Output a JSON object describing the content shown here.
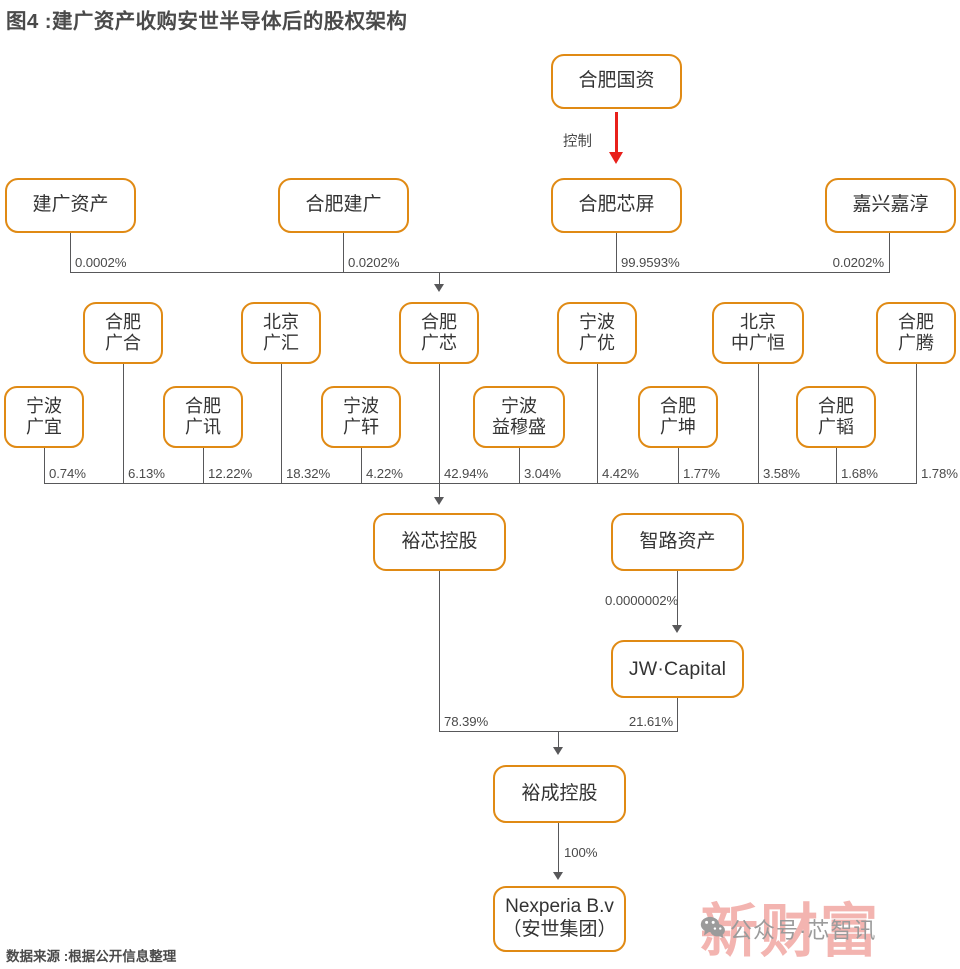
{
  "title": "图4 :建广资产收购安世半导体后的股权架构",
  "footer": "数据来源 :根据公开信息整理",
  "colors": {
    "box_border": "#E08A14",
    "line": "#58585a",
    "control_arrow": "#E8201B",
    "text": "#333333",
    "watermark_red": "#f3b4b0",
    "watermark_gray": "#9b9b9b"
  },
  "chart_data": {
    "type": "diagram",
    "title": "图4 :建广资产收购安世半导体后的股权架构",
    "nodes": [
      {
        "id": "hefei_guozi",
        "label": "合肥国资",
        "tier": 0
      },
      {
        "id": "jianguang_zichan",
        "label": "建广资产",
        "tier": 1
      },
      {
        "id": "hefei_jianguang",
        "label": "合肥建广",
        "tier": 1
      },
      {
        "id": "hefei_xinping",
        "label": "合肥芯屏",
        "tier": 1
      },
      {
        "id": "jiaxing_jiachun",
        "label": "嘉兴嘉淳",
        "tier": 1
      },
      {
        "id": "ningbo_guangyi",
        "label": "宁波\n广宜",
        "tier": 2
      },
      {
        "id": "hefei_guanghe",
        "label": "合肥\n广合",
        "tier": 2
      },
      {
        "id": "hefei_guangxun",
        "label": "合肥\n广讯",
        "tier": 2
      },
      {
        "id": "beijing_guanghui",
        "label": "北京\n广汇",
        "tier": 2
      },
      {
        "id": "ningbo_guangxuan",
        "label": "宁波\n广轩",
        "tier": 2
      },
      {
        "id": "hefei_guangxin",
        "label": "合肥\n广芯",
        "tier": 2
      },
      {
        "id": "ningbo_yimusheng",
        "label": "宁波\n益穆盛",
        "tier": 2
      },
      {
        "id": "ningbo_guangyou",
        "label": "宁波\n广优",
        "tier": 2
      },
      {
        "id": "hefei_guangkun",
        "label": "合肥\n广坤",
        "tier": 2
      },
      {
        "id": "beijing_zhongguangheng",
        "label": "北京\n中广恒",
        "tier": 2
      },
      {
        "id": "hefei_guangtao",
        "label": "合肥\n广韬",
        "tier": 2
      },
      {
        "id": "hefei_guangteng",
        "label": "合肥\n广腾",
        "tier": 2
      },
      {
        "id": "yuxin_konggu",
        "label": "裕芯控股",
        "tier": 3
      },
      {
        "id": "zhilu_zichan",
        "label": "智路资产",
        "tier": 3
      },
      {
        "id": "jw_capital",
        "label": "JW·Capital",
        "tier": 4
      },
      {
        "id": "yucheng_konggu",
        "label": "裕成控股",
        "tier": 5
      },
      {
        "id": "nexperia",
        "label": "Nexperia B.v\n（安世集团）",
        "tier": 6
      }
    ],
    "edges": [
      {
        "from": "hefei_guozi",
        "to": "hefei_xinping",
        "label": "控制",
        "style": "red-arrow"
      },
      {
        "from": "jianguang_zichan",
        "to": "hefei_guangxin",
        "label": "0.0002%"
      },
      {
        "from": "hefei_jianguang",
        "to": "hefei_guangxin",
        "label": "0.0202%"
      },
      {
        "from": "hefei_xinping",
        "to": "hefei_guangxin",
        "label": "99.9593%"
      },
      {
        "from": "jiaxing_jiachun",
        "to": "hefei_guangxin",
        "label": "0.0202%"
      },
      {
        "from": "ningbo_guangyi",
        "to": "yuxin_konggu",
        "label": "0.74%"
      },
      {
        "from": "hefei_guanghe",
        "to": "yuxin_konggu",
        "label": "6.13%"
      },
      {
        "from": "hefei_guangxun",
        "to": "yuxin_konggu",
        "label": "12.22%"
      },
      {
        "from": "beijing_guanghui",
        "to": "yuxin_konggu",
        "label": "18.32%"
      },
      {
        "from": "ningbo_guangxuan",
        "to": "yuxin_konggu",
        "label": "4.22%"
      },
      {
        "from": "hefei_guangxin",
        "to": "yuxin_konggu",
        "label": "42.94%"
      },
      {
        "from": "ningbo_yimusheng",
        "to": "yuxin_konggu",
        "label": "3.04%"
      },
      {
        "from": "ningbo_guangyou",
        "to": "yuxin_konggu",
        "label": "4.42%"
      },
      {
        "from": "hefei_guangkun",
        "to": "yuxin_konggu",
        "label": "1.77%"
      },
      {
        "from": "beijing_zhongguangheng",
        "to": "yuxin_konggu",
        "label": "3.58%"
      },
      {
        "from": "hefei_guangtao",
        "to": "yuxin_konggu",
        "label": "1.68%"
      },
      {
        "from": "hefei_guangteng",
        "to": "yuxin_konggu",
        "label": "1.78%"
      },
      {
        "from": "zhilu_zichan",
        "to": "jw_capital",
        "label": "0.0000002%"
      },
      {
        "from": "yuxin_konggu",
        "to": "yucheng_konggu",
        "label": "78.39%"
      },
      {
        "from": "jw_capital",
        "to": "yucheng_konggu",
        "label": "21.61%"
      },
      {
        "from": "yucheng_konggu",
        "to": "nexperia",
        "label": "100%"
      }
    ]
  },
  "tier0": {
    "hefei_guozi": "合肥国资",
    "control_label": "控制"
  },
  "tier1": {
    "boxes": [
      {
        "label": "建广资产",
        "pct": "0.0002%"
      },
      {
        "label": "合肥建广",
        "pct": "0.0202%"
      },
      {
        "label": "合肥芯屏",
        "pct": "99.9593%"
      },
      {
        "label": "嘉兴嘉淳",
        "pct": "0.0202%"
      }
    ]
  },
  "tier2": {
    "boxes": [
      {
        "label": "宁波\n广宜",
        "pct": "0.74%"
      },
      {
        "label": "合肥\n广合",
        "pct": "6.13%"
      },
      {
        "label": "合肥\n广讯",
        "pct": "12.22%"
      },
      {
        "label": "北京\n广汇",
        "pct": "18.32%"
      },
      {
        "label": "宁波\n广轩",
        "pct": "4.22%"
      },
      {
        "label": "合肥\n广芯",
        "pct": "42.94%"
      },
      {
        "label": "宁波\n益穆盛",
        "pct": "3.04%"
      },
      {
        "label": "宁波\n广优",
        "pct": "4.42%"
      },
      {
        "label": "合肥\n广坤",
        "pct": "1.77%"
      },
      {
        "label": "北京\n中广恒",
        "pct": "3.58%"
      },
      {
        "label": "合肥\n广韬",
        "pct": "1.68%"
      },
      {
        "label": "合肥\n广腾",
        "pct": "1.78%"
      }
    ]
  },
  "tier3": {
    "yuxin_konggu": "裕芯控股",
    "zhilu_zichan": "智路资产",
    "zhilu_pct": "0.0000002%"
  },
  "tier4": {
    "jw_capital": "JW·Capital",
    "yuxin_pct": "78.39%",
    "jw_pct": "21.61%"
  },
  "tier5": {
    "yucheng_konggu": "裕成控股",
    "pct": "100%"
  },
  "tier6": {
    "nexperia": "Nexperia B.v\n（安世集团）"
  },
  "watermark": {
    "red_text": "新财富",
    "gray_text": "公众号·芯智讯",
    "icon": "wechat-icon"
  }
}
